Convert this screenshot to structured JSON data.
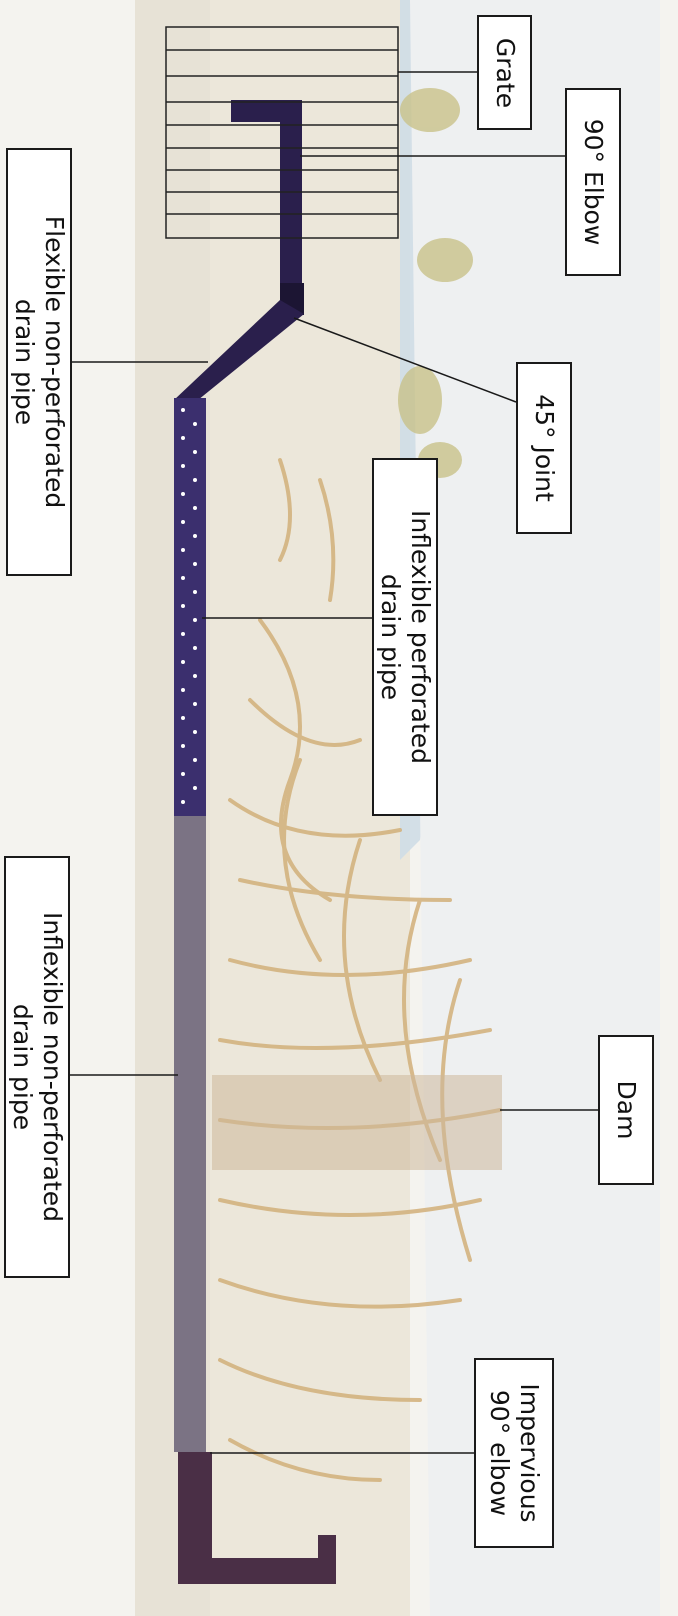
{
  "colors": {
    "pipe_dark": "#2a1f4c",
    "pipe_perforated": "#3b2f6e",
    "pipe_grey": "#7b7384",
    "elbow_bottom": "#4a2f46",
    "grate_lines": "#222222",
    "roots": "#d2b07a",
    "water": "#cfdde6"
  },
  "labels": {
    "grate": "Grate",
    "elbow_90": "90° Elbow",
    "joint_45": "45° Joint",
    "flexible_pipe_line1": "Flexible non-perforated",
    "flexible_pipe_line2": "drain pipe",
    "perforated_pipe_line1": "Inflexible perforated",
    "perforated_pipe_line2": "drain pipe",
    "inflexible_pipe_line1": "Inflexible non-perforated",
    "inflexible_pipe_line2": "drain pipe",
    "dam": "Dam",
    "impervious_line1": "Impervious",
    "impervious_line2": "90° elbow"
  }
}
